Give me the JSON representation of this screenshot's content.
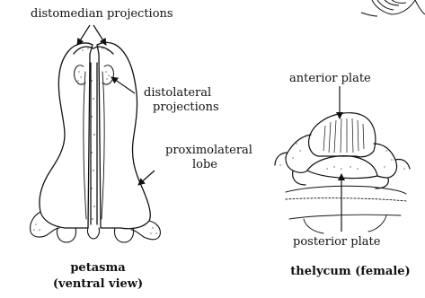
{
  "labels": {
    "distomedian": "distomedian projections",
    "distolateral_1": "distolateral",
    "distolateral_2": "projections",
    "proximolateral_1": "proximolateral",
    "proximolateral_2": "lobe",
    "anterior": "anterior plate",
    "posterior": "posterior plate"
  },
  "captions": {
    "petasma_1": "petasma",
    "petasma_2": "(ventral view)",
    "thelycum": "thelycum (female)"
  }
}
